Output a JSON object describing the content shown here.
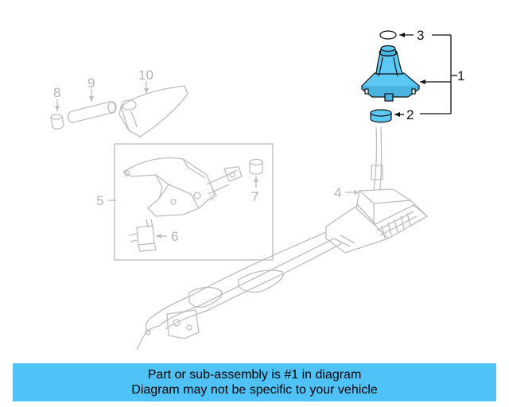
{
  "callouts": {
    "c1": "1",
    "c2": "2",
    "c3": "3",
    "c4": "4",
    "c5": "5",
    "c6": "6",
    "c7": "7",
    "c8": "8",
    "c9": "9",
    "c10": "10"
  },
  "banner": {
    "line1": "Part or sub-assembly is #1 in diagram",
    "line2": "Diagram may not be specific to your vehicle"
  },
  "colors": {
    "highlight": "#4fc3f7",
    "part_fill": "#5bc8f5",
    "line_active": "#111111",
    "line_dim": "#bdbdbd",
    "banner": "#4fc3f7"
  }
}
